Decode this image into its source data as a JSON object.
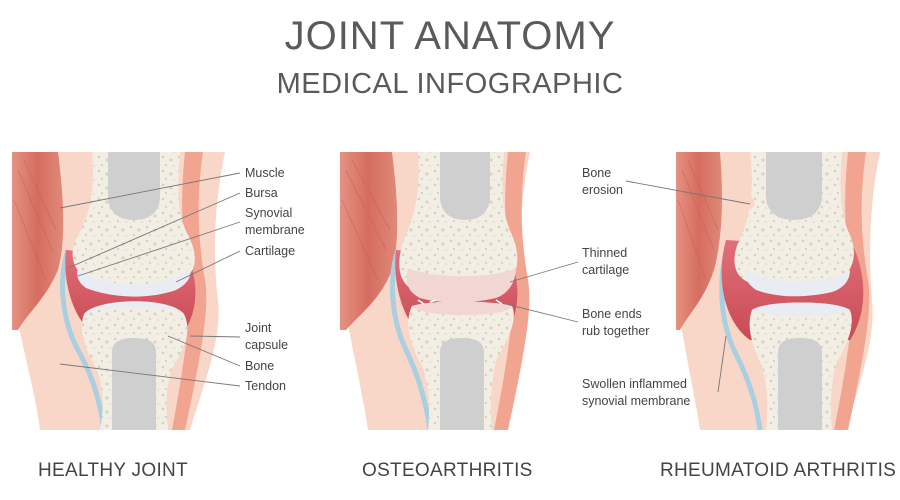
{
  "header": {
    "title": "JOINT ANATOMY",
    "subtitle": "MEDICAL INFOGRAPHIC"
  },
  "panels": [
    {
      "caption": "HEALTHY JOINT",
      "labels": [
        [
          "Muscle"
        ],
        [
          "Bursa"
        ],
        [
          "Synovial",
          "membrane"
        ],
        [
          "Cartilage"
        ],
        [
          "Joint",
          "capsule"
        ],
        [
          "Bone"
        ],
        [
          "Tendon"
        ]
      ]
    },
    {
      "caption": "OSTEOARTHRITIS",
      "labels": [
        [
          "Thinned",
          "cartilage"
        ],
        [
          "Bone ends",
          "rub together"
        ]
      ]
    },
    {
      "caption": "RHEUMATOID ARTHRITIS",
      "labels": [
        [
          "Bone",
          "erosion"
        ],
        [
          "Swollen inflammed",
          "synovial membrane"
        ]
      ]
    }
  ],
  "colors": {
    "muscle": "#d9786a",
    "bone": "#f3eee4",
    "marrow": "#cfcfcf",
    "cartilage": "#e9edf3",
    "synovial": "#e3686b",
    "tendon": "#f7c9b8",
    "bursa": "#a9cfe0"
  }
}
